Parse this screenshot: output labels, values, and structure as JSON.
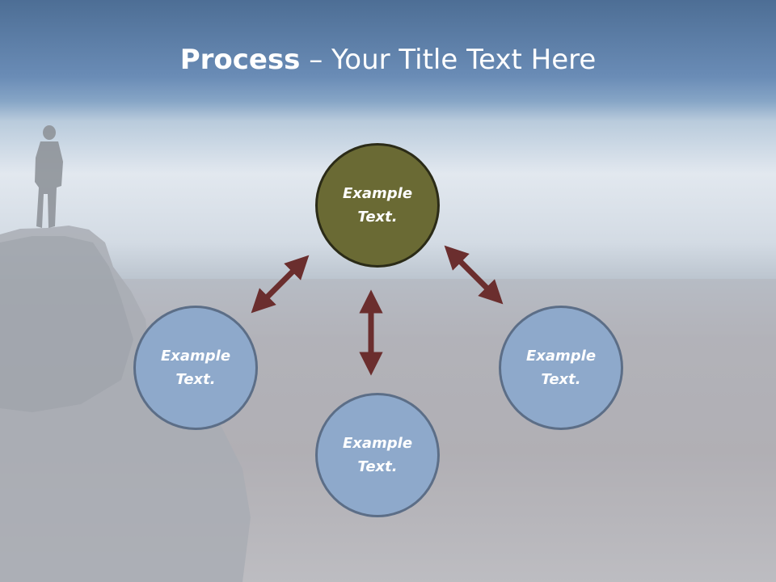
{
  "slide": {
    "title_bold": "Process",
    "title_rest": " – Your Title Text Here"
  },
  "diagram": {
    "nodes": {
      "top": "Example Text.",
      "left": "Example Text.",
      "right": "Example Text.",
      "bottom": "Example Text."
    },
    "colors": {
      "center_fill": "#6a6a34",
      "outer_fill": "#8ea9cb",
      "arrow": "#6b2e2e"
    }
  }
}
